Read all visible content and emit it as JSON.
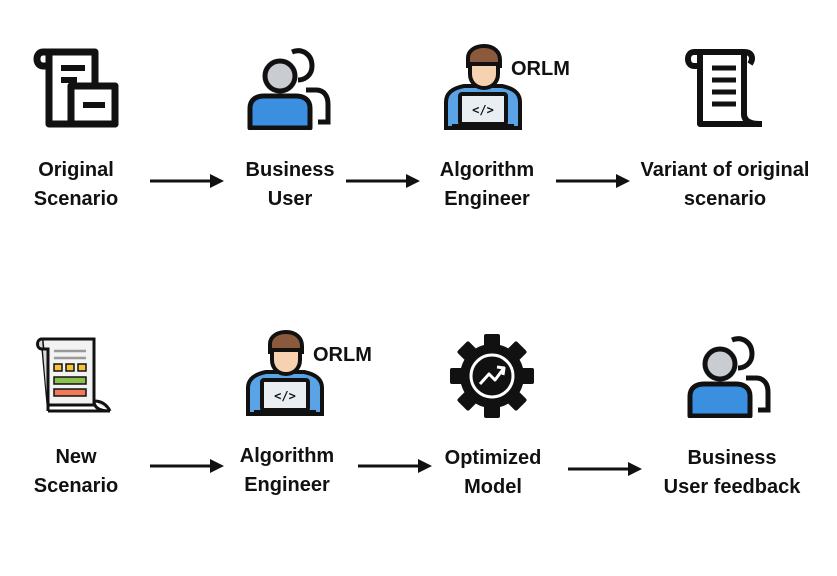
{
  "row1": {
    "original_scenario": [
      "Original",
      "Scenario"
    ],
    "business_user": [
      "Business",
      "User"
    ],
    "algorithm_engineer": [
      "Algorithm",
      "Engineer"
    ],
    "variant": [
      "Variant of original",
      "scenario"
    ],
    "orlm_tag": "ORLM"
  },
  "row2": {
    "new_scenario": [
      "New",
      "Scenario"
    ],
    "algorithm_engineer": [
      "Algorithm",
      "Engineer"
    ],
    "optimized_model": [
      "Optimized",
      "Model"
    ],
    "business_feedback": [
      "Business",
      "User feedback"
    ],
    "orlm_tag": "ORLM"
  },
  "icons": {
    "document": "document-scroll-icon",
    "user": "business-user-icon",
    "engineer": "developer-laptop-icon",
    "variant_document": "text-document-icon",
    "new_document": "colored-report-icon",
    "gear": "gear-chart-icon"
  },
  "colors": {
    "text": "#111111",
    "user_blue": "#3b8fe0",
    "user_gray": "#c9cdd2",
    "hair_brown": "#8b5a3c",
    "skin": "#f7d2b0",
    "gear": "#111111"
  }
}
